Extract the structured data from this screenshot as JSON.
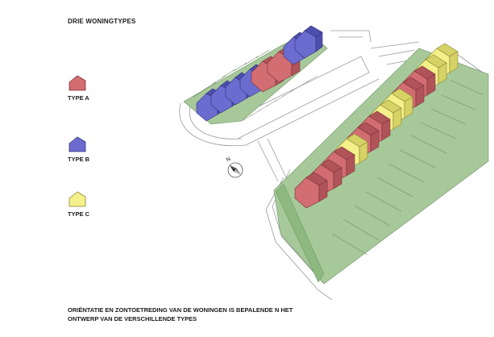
{
  "title": "DRIE WONINGTYPES",
  "legend": [
    {
      "label": "TYPE A",
      "color": "#d26d72"
    },
    {
      "label": "TYPE B",
      "color": "#6c6cd0"
    },
    {
      "label": "TYPE C",
      "color": "#f4f08a"
    }
  ],
  "compass_label": "N",
  "caption_line1": "ORIËNTATIE EN ZONTOETREDING  VAN DE WONINGEN IS BEPALENDE N HET",
  "caption_line2": "ONTWERP VAN DE VERSCHILLENDE TYPES",
  "colors": {
    "garden": "#a7c99a",
    "garden_dark": "#8db87f",
    "road_line": "#9a9a9a",
    "type_a_shadow": "#b0545a",
    "type_b_shadow": "#4e4eae",
    "type_c_shadow": "#d6d266"
  }
}
